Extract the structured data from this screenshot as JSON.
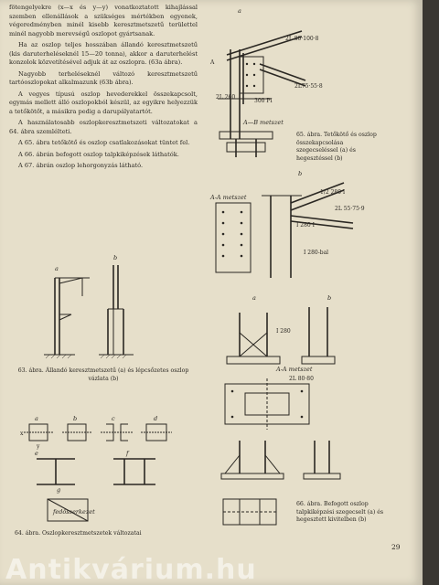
{
  "text": {
    "p0": "fötengelyekre (x—x és y—y) vonatkoztatott kihajlással szemben ellenállások a szükséges mértékben egyenek, végeredményben minél kisebb keresztmetszetű területtel minél nagyobb merevségű oszlopot gyártsanak.",
    "p1": "Ha az oszlop teljes hosszában állandó keresztmetszetű (kis daruterheléseknél 15—20 tonna), akkor a daruterhelést konzolok közvetítésével adjuk át az oszlopra. (63a ábra).",
    "p2": "Nagyobb terheléseknél változó keresztmetszetű tartóoszlopokat alkalmazunk (63b ábra).",
    "p3": "A vegyes típusú oszlop hevederekkel összekapcsolt, egymás mellett álló oszlopokból készül, az egyikre helyezzük a tetőkötőt, a másikra pedig a darupályatartót.",
    "p4": "A használatosabb oszlopkeresztmetszeti változatokat a 64. ábra szemlélteti.",
    "p5": "A 65. ábra tetőkötő és oszlop csatlakozásokat tüntet fel.",
    "p6": "A 66. ábrán befogott oszlop talpkiképzések láthatók.",
    "p7": "A 67. ábrán oszlop lehorgonyzás látható."
  },
  "captions": {
    "fig63": "63. ábra. Állandó keresztmetszetű (a) és lépcsőzetes oszlop vázlata (b)",
    "fig64": "64. ábra. Oszlopkeresztmetszetek változatai",
    "fig65": "65. ábra. Tetőkötő és oszlop összekapcsolása szegecseléssel (a) és hegesztéssel (b)",
    "fig66": "66. ábra. Befogott oszlop talpkiképzési szegecselt (a) és hegesztett kivitelben (b)"
  },
  "labels": {
    "a": "a",
    "b": "b",
    "c": "c",
    "d": "d",
    "e": "e",
    "f": "f",
    "g": "g",
    "A": "A",
    "x": "x",
    "y": "y",
    "ab_metszet": "A—B metszet",
    "aa_metszet": "A-A metszet",
    "aa_metszet2": "A-A metszet",
    "l1": "2L 80·100·8",
    "l2": "2L75·55·8",
    "l3": "300 PI",
    "l4": "2L 260",
    "l5": "2L 55·75·9",
    "l6": "I 280 I",
    "l7": "I 280-bal",
    "l8": "I 280",
    "l9": "1/2 280 I",
    "l10": "2L 80·80",
    "fedoszerkezet": "fedőszerkezet"
  },
  "page_number": "29",
  "watermark": "Antikvárium.hu"
}
